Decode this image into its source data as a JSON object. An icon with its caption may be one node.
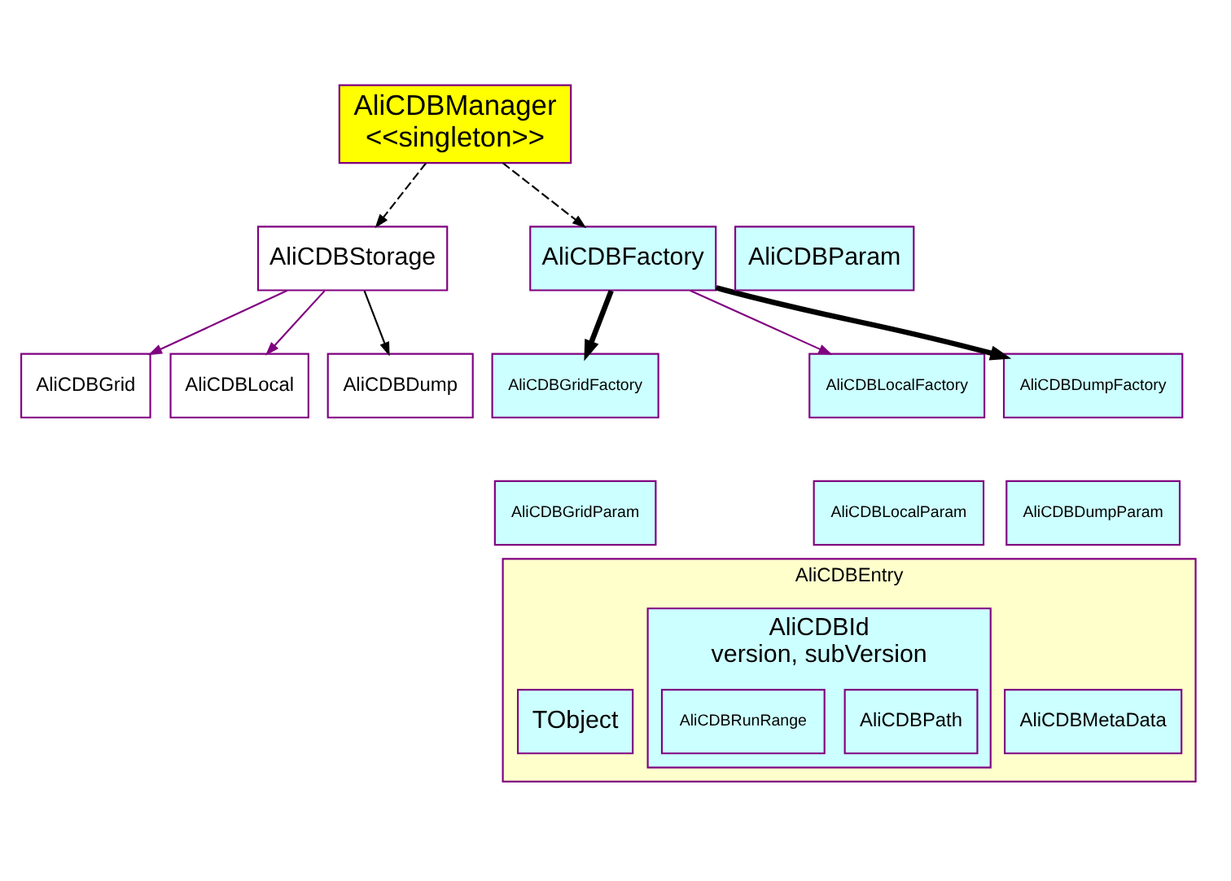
{
  "diagram": {
    "nodes": [
      {
        "text": [
          "AliCDBManager",
          "<<singleton>>"
        ]
      },
      {
        "text": [
          "AliCDBStorage"
        ]
      },
      {
        "text": [
          "AliCDBFactory"
        ]
      },
      {
        "text": [
          "AliCDBParam"
        ]
      },
      {
        "text": [
          "AliCDBGrid"
        ]
      },
      {
        "text": [
          "AliCDBLocal"
        ]
      },
      {
        "text": [
          "AliCDBDump"
        ]
      },
      {
        "text": [
          "AliCDBGridFactory"
        ]
      },
      {
        "text": [
          "AliCDBGridParam"
        ]
      },
      {
        "text": [
          "AliCDBLocalFactory"
        ]
      },
      {
        "text": [
          "AliCDBLocalParam"
        ]
      },
      {
        "text": [
          "AliCDBDumpFactory"
        ]
      },
      {
        "text": [
          "AliCDBDumpParam"
        ]
      },
      {
        "text": [
          "AliCDBEntry"
        ]
      },
      {
        "text": [
          "TObject"
        ],
        "in": 13
      },
      {
        "text": [
          "AliCDBId",
          "version, subVersion"
        ],
        "in": 13
      },
      {
        "text": [
          "AliCDBPath"
        ],
        "in": 15
      },
      {
        "text": [
          "AliCDBRunRange"
        ],
        "in": 15
      },
      {
        "text": [
          "AliCDBMetaData"
        ],
        "in": 13
      }
    ],
    "edges": [
      {
        "from": 0,
        "to": 1,
        "arrow": "to",
        "style": "dashed"
      },
      {
        "from": 0,
        "to": 2,
        "arrow": "to",
        "style": "dashed"
      },
      {
        "from": 1,
        "to": 4,
        "arrow": "to",
        "color": "#800080"
      },
      {
        "from": 1,
        "to": 5,
        "arrow": "to",
        "color": "#800080"
      },
      {
        "from": 1,
        "to": 6,
        "arrow": "to"
      },
      {
        "from": 2,
        "to": 7,
        "arrow": "to",
        "style": "thick"
      },
      {
        "from": 2,
        "to": 9,
        "arrow": "to",
        "color": "#800080"
      },
      {
        "from": 2,
        "to": 11,
        "arrow": "to",
        "style": "thick"
      }
    ]
  }
}
